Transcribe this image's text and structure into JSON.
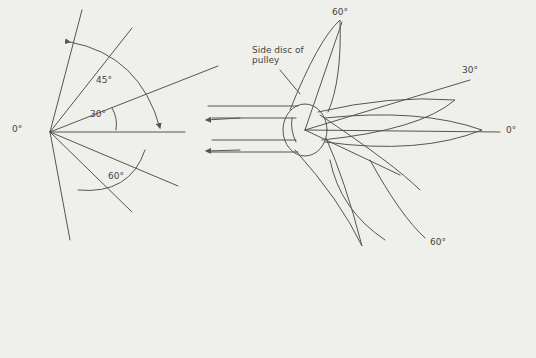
{
  "diagram": {
    "labels": [
      "0°",
      "45°",
      "30°",
      "60°",
      "Side disc of pulley",
      "60°",
      "30°",
      "0°",
      "60°"
    ]
  }
}
